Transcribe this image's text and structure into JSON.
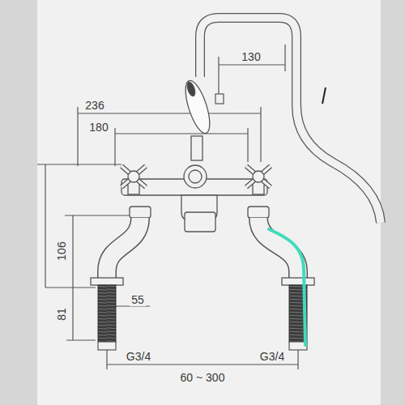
{
  "diagram": {
    "labels": [
      "130",
      "236",
      "180",
      "106",
      "81",
      "55",
      "G3/4",
      "G3/4",
      "60 ~ 300"
    ]
  }
}
